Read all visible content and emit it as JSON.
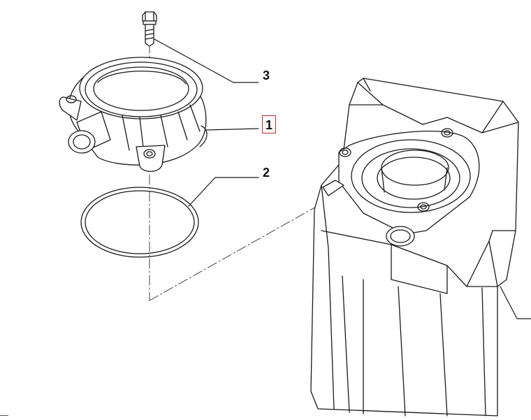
{
  "callouts": [
    {
      "id": "3",
      "label": "3"
    },
    {
      "id": "1",
      "label": "1",
      "highlighted": true
    },
    {
      "id": "2",
      "label": "2"
    }
  ],
  "colors": {
    "line": "#1a1a1a",
    "highlight_box": "#c0282d",
    "background": "#ffffff"
  }
}
